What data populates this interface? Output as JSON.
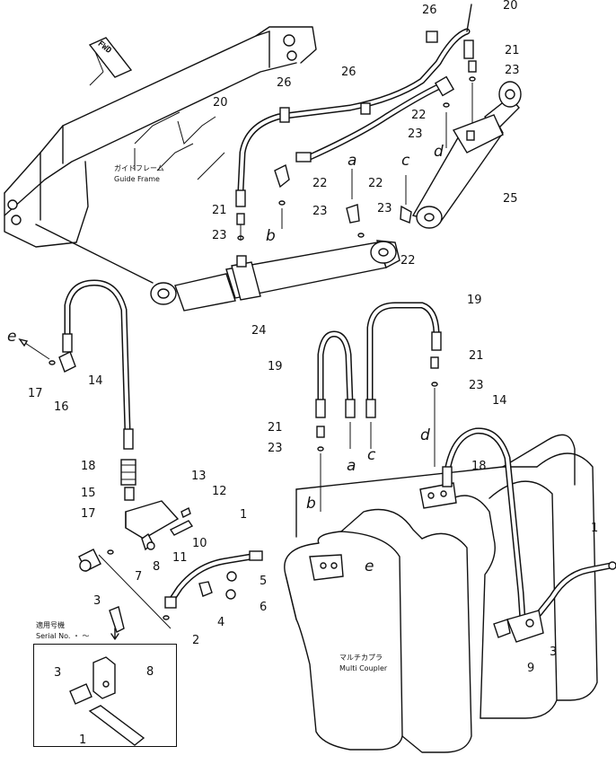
{
  "directions": {
    "fwd": "FWD"
  },
  "captions": {
    "guide_frame_jp": "ガイドフレーム",
    "guide_frame_en": "Guide Frame",
    "multi_coupler_jp": "マルチカプラ",
    "multi_coupler_en": "Multi Coupler",
    "serial_jp": "適用号機",
    "serial_en": "Serial No. ・ ～"
  },
  "part_numbers": {
    "p1a": "1",
    "p1b": "1",
    "p1c": "1",
    "p2": "2",
    "p3a": "3",
    "p3b": "3",
    "p3c": "3",
    "p4": "4",
    "p5": "5",
    "p6": "6",
    "p7": "7",
    "p8a": "8",
    "p8b": "8",
    "p9": "9",
    "p10": "10",
    "p11": "11",
    "p12": "12",
    "p13": "13",
    "p14a": "14",
    "p14b": "14",
    "p15": "15",
    "p16": "16",
    "p17a": "17",
    "p17b": "17",
    "p18a": "18",
    "p18b": "18",
    "p19a": "19",
    "p19b": "19",
    "p20a": "20",
    "p20b": "20",
    "p21a": "21",
    "p21b": "21",
    "p21c": "21",
    "p21d": "21",
    "p22a": "22",
    "p22b": "22",
    "p22c": "22",
    "p22d": "22",
    "p23a": "23",
    "p23b": "23",
    "p23c": "23",
    "p23d": "23",
    "p23e": "23",
    "p23f": "23",
    "p23g": "23",
    "p24": "24",
    "p25": "25",
    "p26a": "26",
    "p26b": "26",
    "p26c": "26"
  },
  "connection_letters": {
    "a_top": "a",
    "b_top": "b",
    "c_top": "c",
    "d_top": "d",
    "e_left": "e",
    "a_bottom": "a",
    "c_bottom": "c",
    "d_bottom": "d",
    "b_bottom": "b",
    "e_bottom": "e"
  }
}
